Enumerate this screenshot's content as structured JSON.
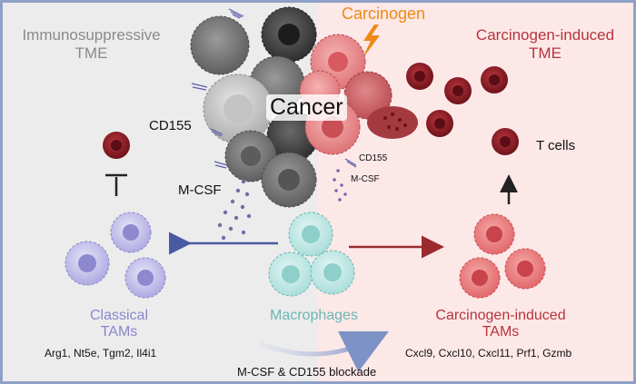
{
  "panels": {
    "left_title_line1": "Immunosuppressive",
    "left_title_line2": "TME",
    "right_title_line1": "Carcinogen-induced",
    "right_title_line2": "TME"
  },
  "top": {
    "carcinogen": "Carcinogen",
    "cancer": "Cancer"
  },
  "labels": {
    "cd155_left": "CD155",
    "cd155_right": "CD155",
    "mcsf_left": "M-CSF",
    "mcsf_right": "M-CSF",
    "t_cells": "T cells",
    "macrophages": "Macrophages",
    "classical_line1": "Classical",
    "classical_line2": "TAMs",
    "classical_genes": "Arg1, Nt5e, Tgm2, Il4i1",
    "induced_line1": "Carcinogen-induced",
    "induced_line2": "TAMs",
    "induced_genes": "Cxcl9, Cxcl10, Cxcl11, Prf1, Gzmb",
    "blockade": "M-CSF & CD155 blockade"
  },
  "colors": {
    "left_bg": "#ececec",
    "right_bg": "#fde8e8",
    "frame": "#8fa1c7",
    "left_title": "#8a8a8a",
    "right_title": "#b5353b",
    "carcinogen": "#ee8a13",
    "classical": "#8b86cc",
    "macrophages": "#6bb7b4",
    "induced": "#b5353b",
    "t_cell": "#8e1f26"
  },
  "icons": [
    "lightning-bolt-icon",
    "inhibition-bar-icon"
  ]
}
